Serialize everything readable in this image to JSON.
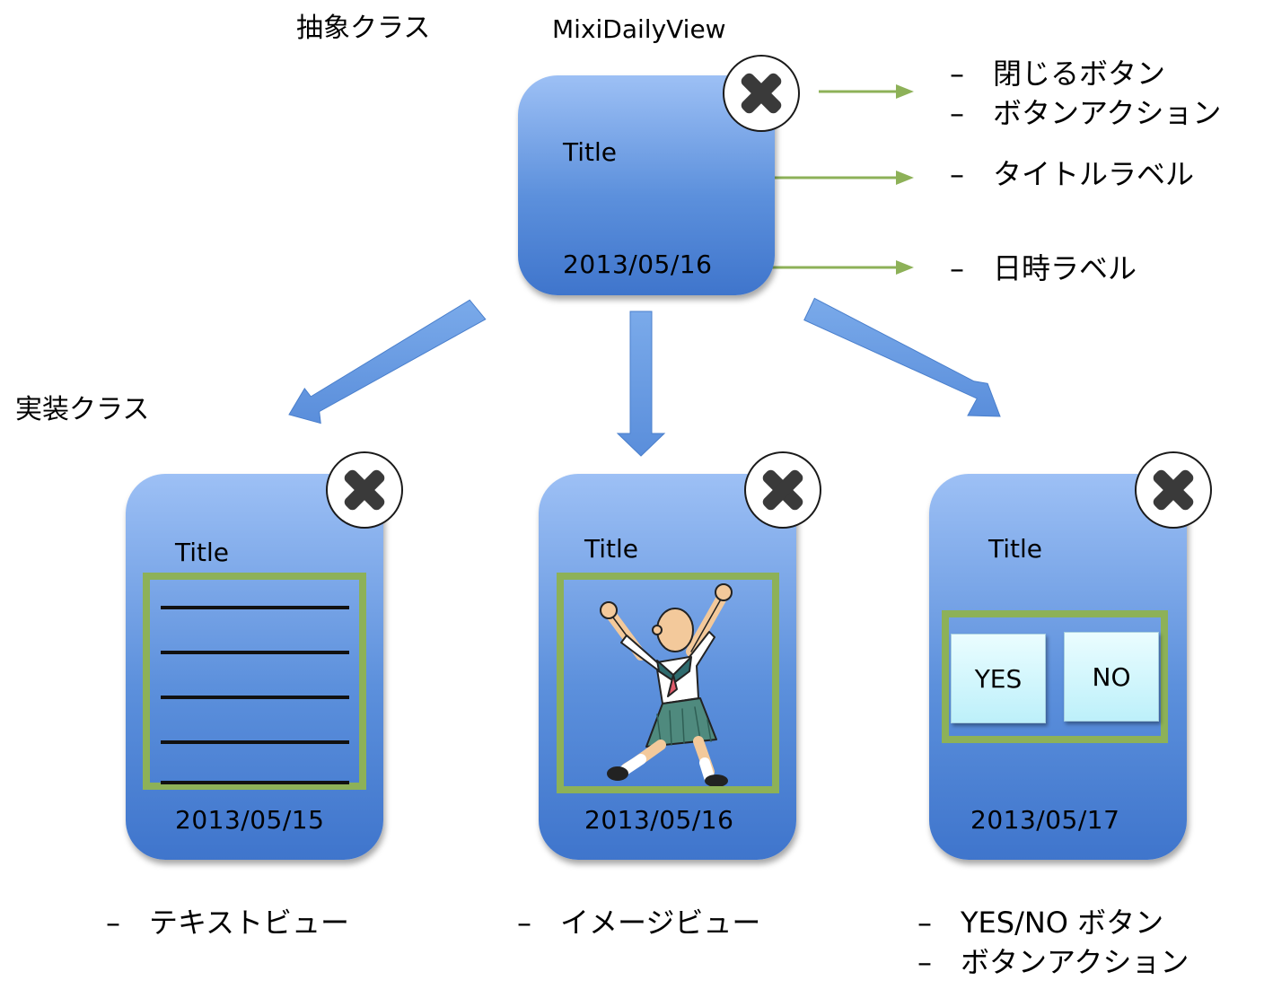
{
  "labels": {
    "abstract_class": "抽象クラス",
    "concrete_class": "実装クラス",
    "base_class_name": "MixiDailyView"
  },
  "base_card": {
    "title": "Title",
    "date": "2013/05/16"
  },
  "callouts": [
    "–　閉じるボタン",
    "–　ボタンアクション",
    "–　タイトルラベル",
    "–　日時ラベル"
  ],
  "cards": [
    {
      "title": "Title",
      "date": "2013/05/15",
      "caption": "–　テキストビュー"
    },
    {
      "title": "Title",
      "date": "2013/05/16",
      "caption": "–　イメージビュー"
    },
    {
      "title": "Title",
      "date": "2013/05/17",
      "captions": [
        "–　YES/NO ボタン",
        "–　ボタンアクション"
      ],
      "yes": "YES",
      "no": "NO"
    }
  ],
  "colors": {
    "card_top": "#9dc0f5",
    "card_bottom": "#3f75cc",
    "connector_green": "#8db158",
    "arrow_blue": "#6a9de0"
  },
  "icons": {
    "close": "close-x-icon"
  }
}
